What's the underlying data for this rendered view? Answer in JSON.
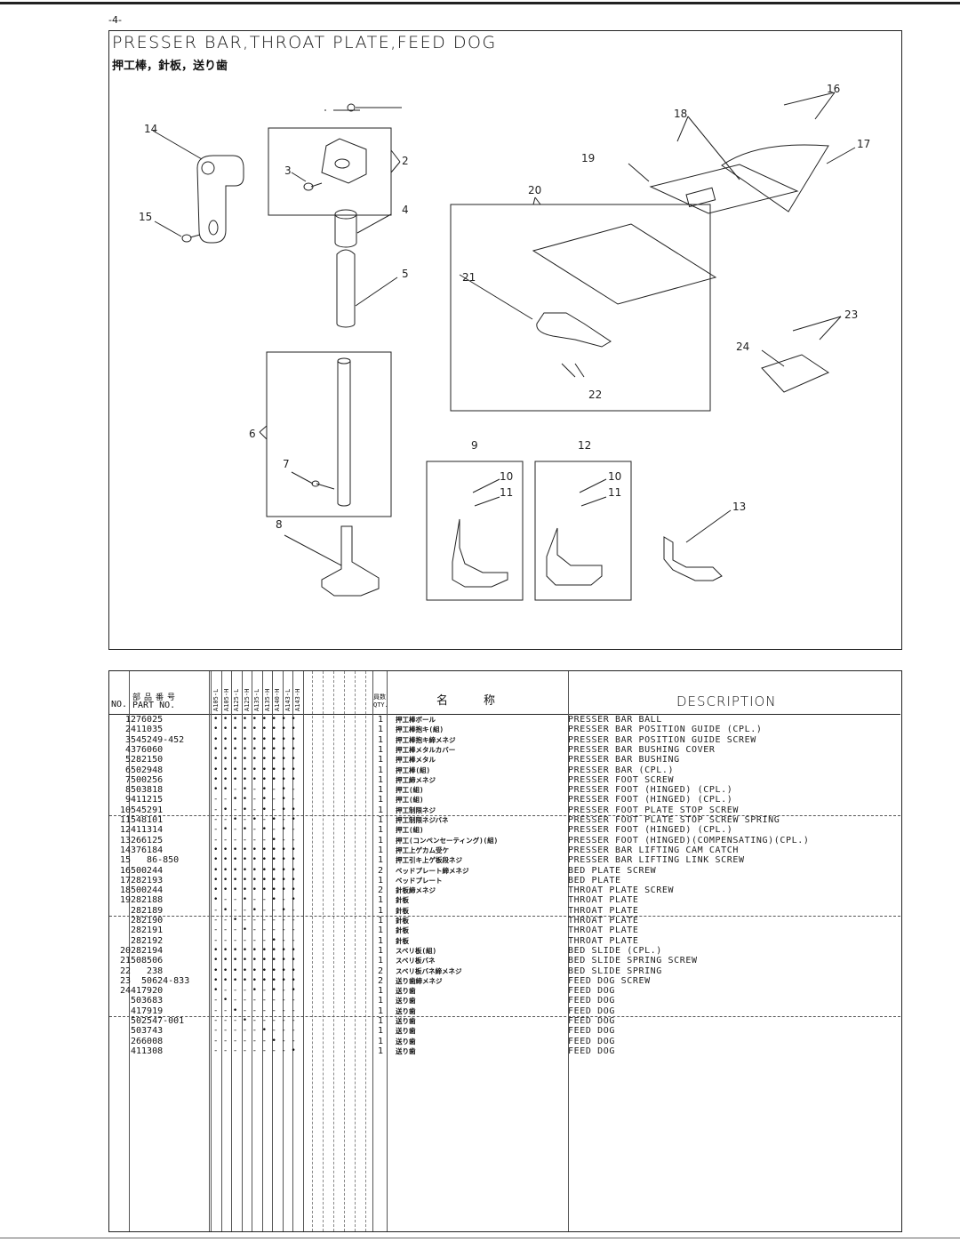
{
  "page": {
    "number": "-4-",
    "title": "PRESSER BAR,THROAT PLATE,FEED DOG",
    "subtitle": "押工棒，針板，送り歯"
  },
  "callouts": [
    "14",
    "2",
    "3",
    "4",
    "5",
    "15",
    "6",
    "7",
    "8",
    "16",
    "18",
    "19",
    "17",
    "20",
    "21",
    "22",
    "23",
    "24",
    "9",
    "10",
    "11",
    "12",
    "10",
    "11",
    "13"
  ],
  "table": {
    "header": {
      "no": "NO.",
      "part_jp": "部品番号",
      "part": "PART NO.",
      "models": [
        "A105-L",
        "A105-H",
        "A125-L",
        "A125-H",
        "A135-L",
        "A135-H",
        "A140-H",
        "A143-L",
        "A143-H"
      ],
      "qty_jp": "員数",
      "qty": "QTY.",
      "name_jp": "名称",
      "description": "DESCRIPTION"
    },
    "rows": [
      {
        "no": "1",
        "part": "276025",
        "m": "•••••••••",
        "qty": "1",
        "jp": "押工棒ボール",
        "desc": "PRESSER BAR BALL"
      },
      {
        "no": "2",
        "part": "411035",
        "m": "•••••••••",
        "qty": "1",
        "jp": "押工棒抱キ(組)",
        "desc": "PRESSER BAR POSITION GUIDE (CPL.)"
      },
      {
        "no": "3",
        "part": "545249-452",
        "m": "•••••••••",
        "qty": "1",
        "jp": "押工棒抱キ締メネジ",
        "desc": "PRESSER BAR POSITION GUIDE SCREW"
      },
      {
        "no": "4",
        "part": "376060",
        "m": "•••••••••",
        "qty": "1",
        "jp": "押工棒メタルカバー",
        "desc": "PRESSER BAR BUSHING COVER"
      },
      {
        "no": "5",
        "part": "282150",
        "m": "•••••••••",
        "qty": "1",
        "jp": "押工棒メタル",
        "desc": "PRESSER BAR BUSHING"
      },
      {
        "no": "6",
        "part": "502948",
        "m": "•••••••••",
        "qty": "1",
        "jp": "押工棒(組)",
        "desc": "PRESSER BAR (CPL.)"
      },
      {
        "no": "7",
        "part": "500256",
        "m": "•••••••••",
        "qty": "1",
        "jp": "押工締メネジ",
        "desc": "PRESSER FOOT SCREW"
      },
      {
        "no": "8",
        "part": "503818",
        "m": "••-•-•-•-",
        "qty": "1",
        "jp": "押工(組)",
        "desc": "PRESSER FOOT (HINGED) (CPL.)"
      },
      {
        "no": "9",
        "part": "411215",
        "m": "--••-•-•-",
        "qty": "1",
        "jp": "押工(組)",
        "desc": "PRESSER FOOT (HINGED) (CPL.)"
      },
      {
        "no": "10",
        "part": "545291",
        "m": "-•-•-•-••",
        "qty": "1",
        "jp": "押工制限ネジ",
        "desc": "PRESSER FOOT PLATE STOP SCREW",
        "sep": true
      },
      {
        "no": "11",
        "part": "548101",
        "m": "--•-•-•-•",
        "qty": "1",
        "jp": "押工制限ネジバネ",
        "desc": "PRESSER FOOT PLATE STOP SCREW SPRING"
      },
      {
        "no": "12",
        "part": "411314",
        "m": "-•-•-•-•-",
        "qty": "1",
        "jp": "押工(組)",
        "desc": "PRESSER FOOT (HINGED) (CPL.)"
      },
      {
        "no": "13",
        "part": "266125",
        "m": "------•--",
        "qty": "1",
        "jp": "押工(コンペンセーティング)(組)",
        "desc": "PRESSER FOOT (HINGED)(COMPENSATING)(CPL.)"
      },
      {
        "no": "14",
        "part": "376184",
        "m": "•••••••••",
        "qty": "1",
        "jp": "押工上ゲカム受ケ",
        "desc": "PRESSER BAR LIFTING CAM CATCH"
      },
      {
        "no": "15",
        "part": "   86-850",
        "m": "•••••••••",
        "qty": "1",
        "jp": "押工引キ上ゲ板段ネジ",
        "desc": "PRESSER BAR LIFTING LINK SCREW"
      },
      {
        "no": "16",
        "part": "500244",
        "m": "•••••••••",
        "qty": "2",
        "jp": "ベッドプレート締メネジ",
        "desc": "BED PLATE SCREW"
      },
      {
        "no": "17",
        "part": "282193",
        "m": "•••••••••",
        "qty": "1",
        "jp": "ベッドプレート",
        "desc": "BED PLATE"
      },
      {
        "no": "18",
        "part": "500244",
        "m": "•••••••••",
        "qty": "2",
        "jp": "針板締メネジ",
        "desc": "THROAT PLATE SCREW"
      },
      {
        "no": "19",
        "part": "282188",
        "m": "•--•--•-•",
        "qty": "1",
        "jp": "針板",
        "desc": "THROAT PLATE"
      },
      {
        "no": "",
        "part": "282189",
        "m": "-•--•--•-",
        "qty": "1",
        "jp": "針板",
        "desc": "THROAT PLATE",
        "sep": true
      },
      {
        "no": "",
        "part": "282190",
        "m": "--•------",
        "qty": "1",
        "jp": "針板",
        "desc": "THROAT PLATE"
      },
      {
        "no": "",
        "part": "282191",
        "m": "---•-----",
        "qty": "1",
        "jp": "針板",
        "desc": "THROAT PLATE"
      },
      {
        "no": "",
        "part": "282192",
        "m": "------•--",
        "qty": "1",
        "jp": "針板",
        "desc": "THROAT PLATE"
      },
      {
        "no": "20",
        "part": "282194",
        "m": "•••••••••",
        "qty": "1",
        "jp": "スベリ板(組)",
        "desc": "BED SLIDE (CPL.)"
      },
      {
        "no": "21",
        "part": "508506",
        "m": "•••••••••",
        "qty": "1",
        "jp": "スベリ板バネ",
        "desc": "BED SLIDE SPRING SCREW"
      },
      {
        "no": "22",
        "part": "   238",
        "m": "•••••••••",
        "qty": "2",
        "jp": "スベリ板バネ締メネジ",
        "desc": "BED SLIDE SPRING"
      },
      {
        "no": "23",
        "part": "  50624-833",
        "m": "•••••••••",
        "qty": "2",
        "jp": "送り歯締メネジ",
        "desc": "FEED DOG SCREW"
      },
      {
        "no": "24",
        "part": "417920",
        "m": "•---•-•-•",
        "qty": "1",
        "jp": "送り歯",
        "desc": "FEED DOG"
      },
      {
        "no": "",
        "part": "503683",
        "m": "-•-------",
        "qty": "1",
        "jp": "送り歯",
        "desc": "FEED DOG"
      },
      {
        "no": "",
        "part": "417919",
        "m": "--•------",
        "qty": "1",
        "jp": "送り歯",
        "desc": "FEED DOG",
        "sep": true
      },
      {
        "no": "",
        "part": "502547-001",
        "m": "---•-----",
        "qty": "1",
        "jp": "送り歯",
        "desc": "FEED DOG"
      },
      {
        "no": "",
        "part": "503743",
        "m": "-----•---",
        "qty": "1",
        "jp": "送り歯",
        "desc": "FEED DOG"
      },
      {
        "no": "",
        "part": "266008",
        "m": "------•--",
        "qty": "1",
        "jp": "送り歯",
        "desc": "FEED DOG"
      },
      {
        "no": "",
        "part": "411308",
        "m": "--------•",
        "qty": "1",
        "jp": "送り歯",
        "desc": "FEED DOG"
      }
    ]
  }
}
